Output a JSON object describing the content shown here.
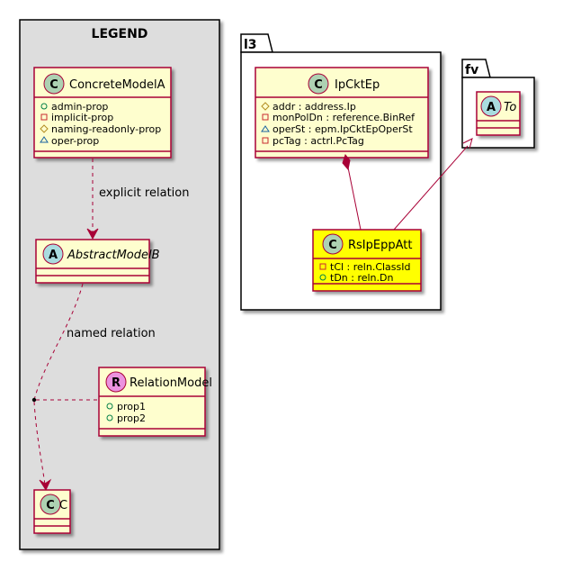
{
  "legend": {
    "title": "LEGEND",
    "concrete_model": {
      "stereotype": "C",
      "name": "ConcreteModelA",
      "attributes": [
        {
          "visibility": "public",
          "text": "admin-prop"
        },
        {
          "visibility": "private",
          "text": "implicit-prop"
        },
        {
          "visibility": "protected",
          "text": "naming-readonly-prop"
        },
        {
          "visibility": "package",
          "text": "oper-prop"
        }
      ]
    },
    "explicit_relation_label": "explicit relation",
    "abstract_model": {
      "stereotype": "A",
      "name": "AbstractModelB"
    },
    "named_relation_label": "named relation",
    "relation_model": {
      "stereotype": "R",
      "name": "RelationModel",
      "attributes": [
        {
          "visibility": "public",
          "text": "prop1"
        },
        {
          "visibility": "public",
          "text": "prop2"
        }
      ]
    },
    "target_class": {
      "stereotype": "C",
      "name": "C"
    }
  },
  "l3_package": {
    "name": "l3",
    "ipcktep": {
      "stereotype": "C",
      "name": "IpCktEp",
      "attributes": [
        {
          "visibility": "protected",
          "text": "addr : address.Ip"
        },
        {
          "visibility": "private",
          "text": "monPolDn : reference.BinRef"
        },
        {
          "visibility": "package",
          "text": "operSt : epm.IpCktEpOperSt"
        },
        {
          "visibility": "private",
          "text": "pcTag : actrl.PcTag"
        }
      ]
    },
    "rsipeppatt": {
      "stereotype": "C",
      "name": "RsIpEppAtt",
      "attributes": [
        {
          "visibility": "private",
          "text": "tCl : reln.ClassId"
        },
        {
          "visibility": "public",
          "text": "tDn : reln.Dn"
        }
      ]
    }
  },
  "fv_package": {
    "name": "fv",
    "to_class": {
      "stereotype": "A",
      "name": "To"
    }
  },
  "colors": {
    "class_fill": "#FEFECE",
    "class_border": "#A80036",
    "highlight_fill": "#FFFF00",
    "legend_fill": "#DDDDDD",
    "badge_class": "#ADD1B2",
    "badge_abstract": "#A9DCDF",
    "badge_relation": "#EB93DF",
    "vis_public": "#038048",
    "vis_private": "#C82930",
    "vis_protected": "#B38D22",
    "vis_package": "#1963A0"
  }
}
